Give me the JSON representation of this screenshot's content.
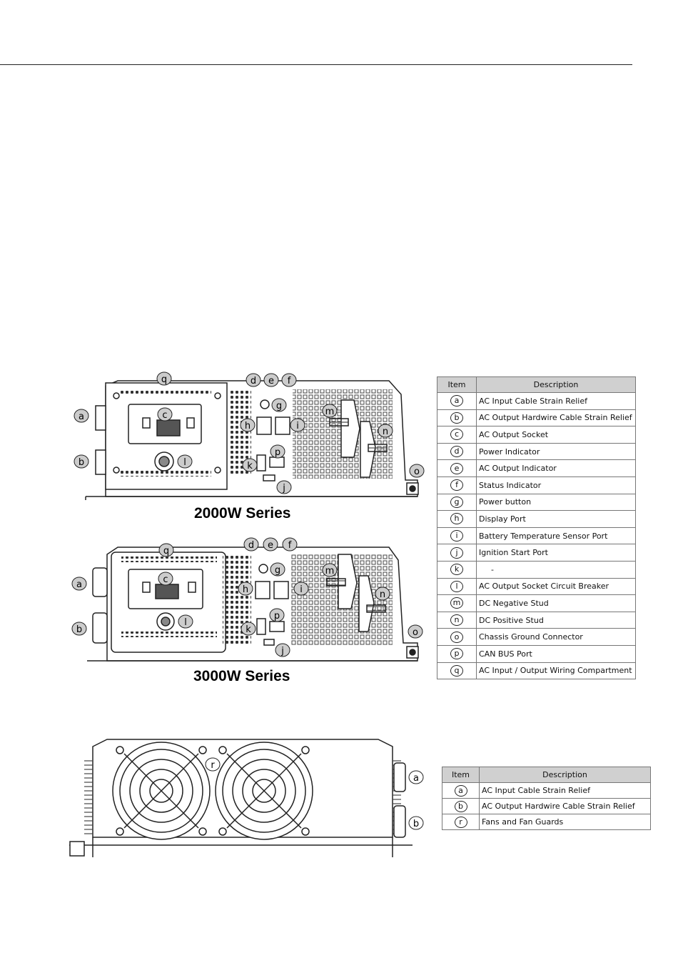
{
  "series_2000": {
    "title": "2000W Series"
  },
  "series_3000": {
    "title": "3000W Series"
  },
  "callout_letters": [
    "a",
    "b",
    "c",
    "d",
    "e",
    "f",
    "g",
    "h",
    "i",
    "j",
    "k",
    "l",
    "m",
    "n",
    "o",
    "p",
    "q",
    "r"
  ],
  "legend_main": {
    "headers": {
      "item": "Item",
      "description": "Description"
    },
    "rows": [
      {
        "key": "a",
        "desc": "AC Input Cable Strain Relief"
      },
      {
        "key": "b",
        "desc": "AC Output Hardwire Cable Strain Relief"
      },
      {
        "key": "c",
        "desc": "AC Output Socket"
      },
      {
        "key": "d",
        "desc": "Power Indicator"
      },
      {
        "key": "e",
        "desc": "AC Output Indicator"
      },
      {
        "key": "f",
        "desc": "Status Indicator"
      },
      {
        "key": "g",
        "desc": "Power button"
      },
      {
        "key": "h",
        "desc": "Display Port"
      },
      {
        "key": "i",
        "desc": "Battery Temperature Sensor Port"
      },
      {
        "key": "j",
        "desc": "Ignition Start Port"
      },
      {
        "key": "k",
        "desc": "-"
      },
      {
        "key": "l",
        "desc": "AC Output Socket Circuit Breaker"
      },
      {
        "key": "m",
        "desc": "DC Negative Stud"
      },
      {
        "key": "n",
        "desc": "DC Positive Stud"
      },
      {
        "key": "o",
        "desc": "Chassis Ground Connector"
      },
      {
        "key": "p",
        "desc": "CAN BUS Port"
      },
      {
        "key": "q",
        "desc": "AC Input / Output Wiring Compartment"
      }
    ]
  },
  "legend_rear": {
    "headers": {
      "item": "Item",
      "description": "Description"
    },
    "rows": [
      {
        "key": "a",
        "desc": "AC Input Cable Strain Relief"
      },
      {
        "key": "b",
        "desc": "AC Output Hardwire Cable Strain Relief"
      },
      {
        "key": "r",
        "desc": "Fans and Fan Guards"
      }
    ]
  }
}
